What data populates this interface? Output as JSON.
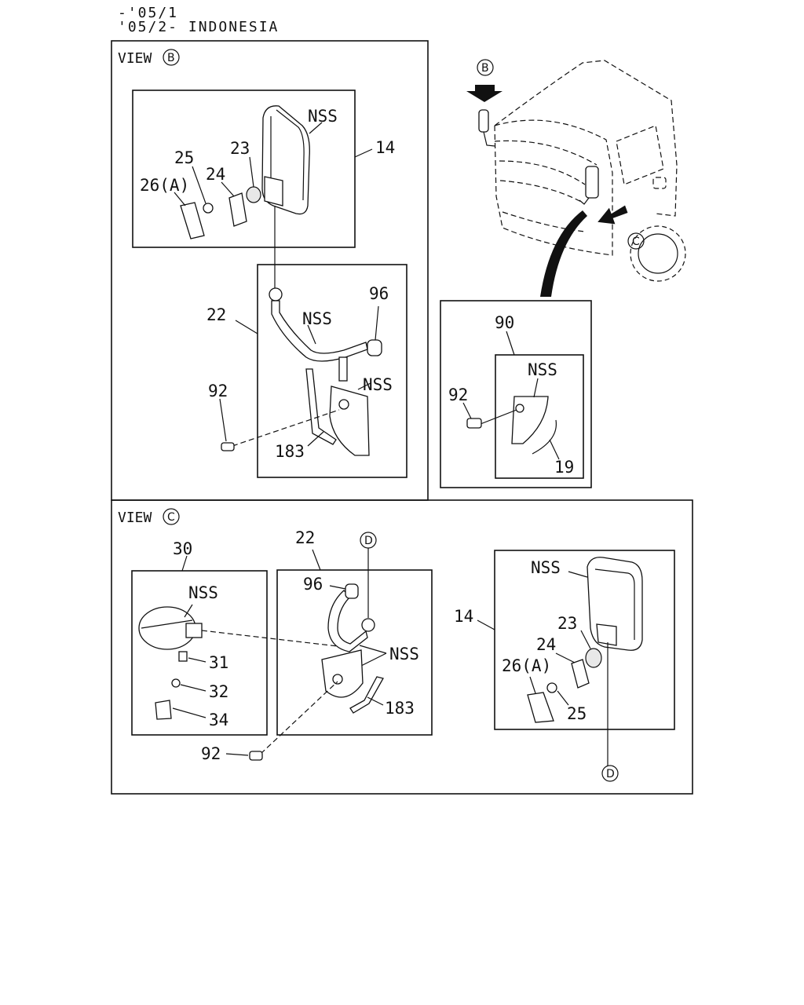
{
  "header": {
    "line1": "-'05/1",
    "line2": "'05/2- INDONESIA"
  },
  "view_b": {
    "title": "VIEW",
    "marker": "B",
    "labels": {
      "nss_mirror": "NSS",
      "p14": "14",
      "p23": "23",
      "p25": "25",
      "p24": "24",
      "p26a": "26(A)",
      "p22": "22",
      "nss_stay": "NSS",
      "p96": "96",
      "p92": "92",
      "nss_bracket": "NSS",
      "p183": "183"
    }
  },
  "overview": {
    "marker_b": "B",
    "marker_c": "C"
  },
  "detail_90": {
    "labels": {
      "p90": "90",
      "nss": "NSS",
      "p92": "92",
      "p19": "19"
    }
  },
  "view_c": {
    "title": "VIEW",
    "marker": "C",
    "labels": {
      "p30": "30",
      "nss_under": "NSS",
      "p31": "31",
      "p32": "32",
      "p34": "34",
      "p22": "22",
      "p96": "96",
      "marker_d_top": "D",
      "nss_stay": "NSS",
      "p183": "183",
      "p92": "92",
      "p14": "14",
      "nss_mirror": "NSS",
      "p23": "23",
      "p24": "24",
      "p26a": "26(A)",
      "p25": "25",
      "marker_d_bottom": "D"
    }
  }
}
